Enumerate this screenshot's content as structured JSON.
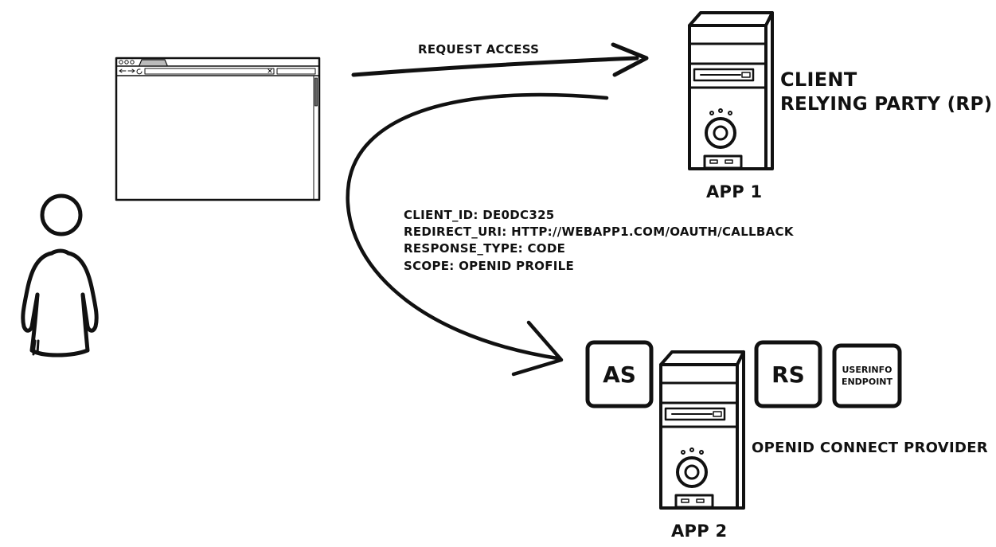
{
  "arrows": {
    "request_label": "REQUEST ACCESS"
  },
  "app1": {
    "role_line1": "CLIENT",
    "role_line2": "RELYING PARTY (RP)",
    "name": "APP 1"
  },
  "params": {
    "client_id": "CLIENT_ID:  DE0DC325",
    "redirect_uri": "REDIRECT_URI:  HTTP://WEBAPP1.COM/OAUTH/CALLBACK",
    "response_type": "RESPONSE_TYPE: CODE",
    "scope": "SCOPE: OPENID PROFILE"
  },
  "app2": {
    "as_label": "AS",
    "rs_label": "RS",
    "userinfo_line1": "USERINFO",
    "userinfo_line2": "ENDPOINT",
    "provider_label": "OPENID CONNECT PROVIDER",
    "name": "APP 2"
  }
}
